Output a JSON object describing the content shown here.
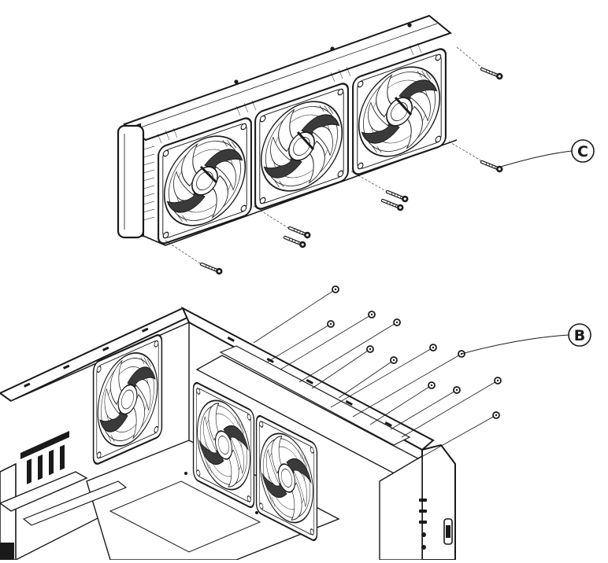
{
  "diagram": {
    "callouts": [
      {
        "id": "c",
        "label": "C"
      },
      {
        "id": "b",
        "label": "B"
      }
    ],
    "colors": {
      "ink": "#1a1a1a",
      "paper": "#ffffff",
      "shade": "#5a5a5a"
    }
  }
}
